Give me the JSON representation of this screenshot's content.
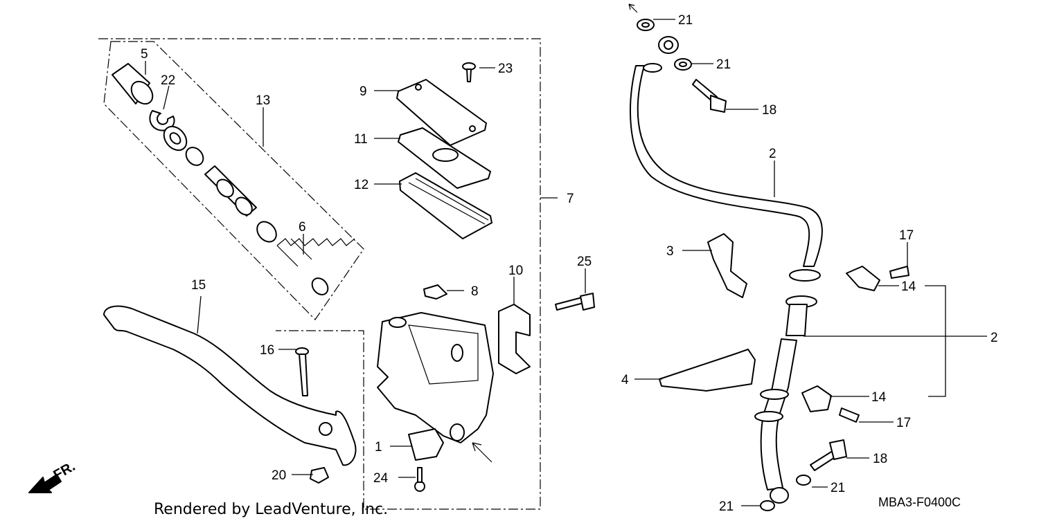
{
  "diagram": {
    "credit": "Rendered by LeadVenture, Inc.",
    "code": "MBA3-F0400C",
    "direction_label": "FR.",
    "callouts": [
      "1",
      "2",
      "3",
      "4",
      "5",
      "6",
      "7",
      "8",
      "9",
      "10",
      "11",
      "12",
      "13",
      "14",
      "15",
      "16",
      "17",
      "18",
      "20",
      "21",
      "22",
      "23",
      "24",
      "25"
    ]
  }
}
